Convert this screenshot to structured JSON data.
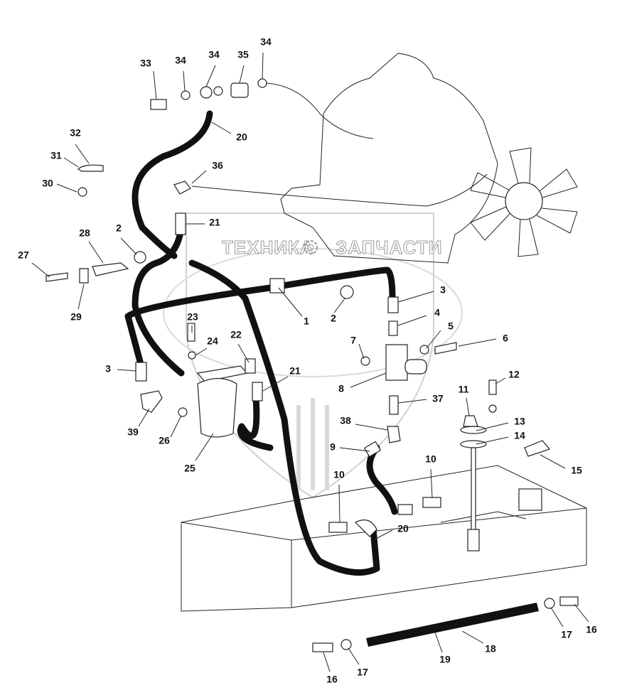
{
  "watermark": {
    "left": "ТЕХНИКА",
    "right": "ЗАПЧАСТИ",
    "icon": "gear-icon"
  },
  "callouts": [
    "33",
    "34",
    "34",
    "35",
    "34",
    "20",
    "32",
    "31",
    "30",
    "36",
    "21",
    "2",
    "28",
    "27",
    "29",
    "1",
    "2",
    "3",
    "4",
    "5",
    "6",
    "7",
    "23",
    "24",
    "22",
    "21",
    "8",
    "3",
    "39",
    "26",
    "25",
    "11",
    "12",
    "13",
    "14",
    "15",
    "37",
    "38",
    "9",
    "10",
    "10",
    "20",
    "17",
    "16",
    "18",
    "19",
    "17",
    "16"
  ],
  "colors": {
    "line": "#111111",
    "watermark": "#9a9a9a"
  }
}
